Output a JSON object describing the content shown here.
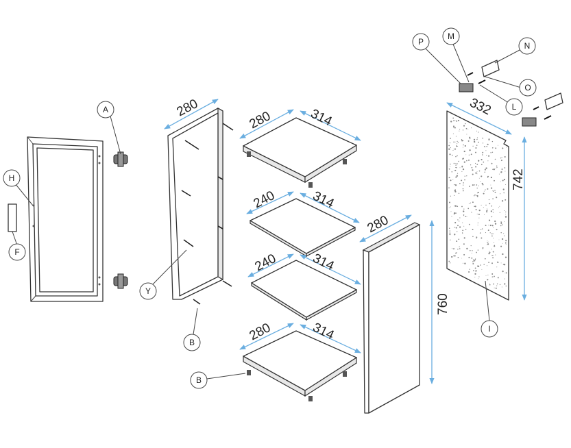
{
  "labels": {
    "A": "A",
    "H": "H",
    "F": "F",
    "Y": "Y",
    "B1": "B",
    "B2": "B",
    "P": "P",
    "M": "M",
    "N": "N",
    "O": "O",
    "L": "L",
    "I": "I"
  },
  "dimensions": {
    "left_side_depth": "280",
    "top_shelf_depth": "280",
    "top_shelf_width": "314",
    "shelf2_depth": "240",
    "shelf2_width": "314",
    "shelf3_depth": "240",
    "shelf3_width": "314",
    "bottom_shelf_depth": "280",
    "bottom_shelf_width": "314",
    "right_side_depth": "280",
    "right_side_height": "760",
    "back_width": "332",
    "back_height": "742"
  },
  "colors": {
    "dimension_line": "#6aaee0",
    "outline": "#333333"
  }
}
